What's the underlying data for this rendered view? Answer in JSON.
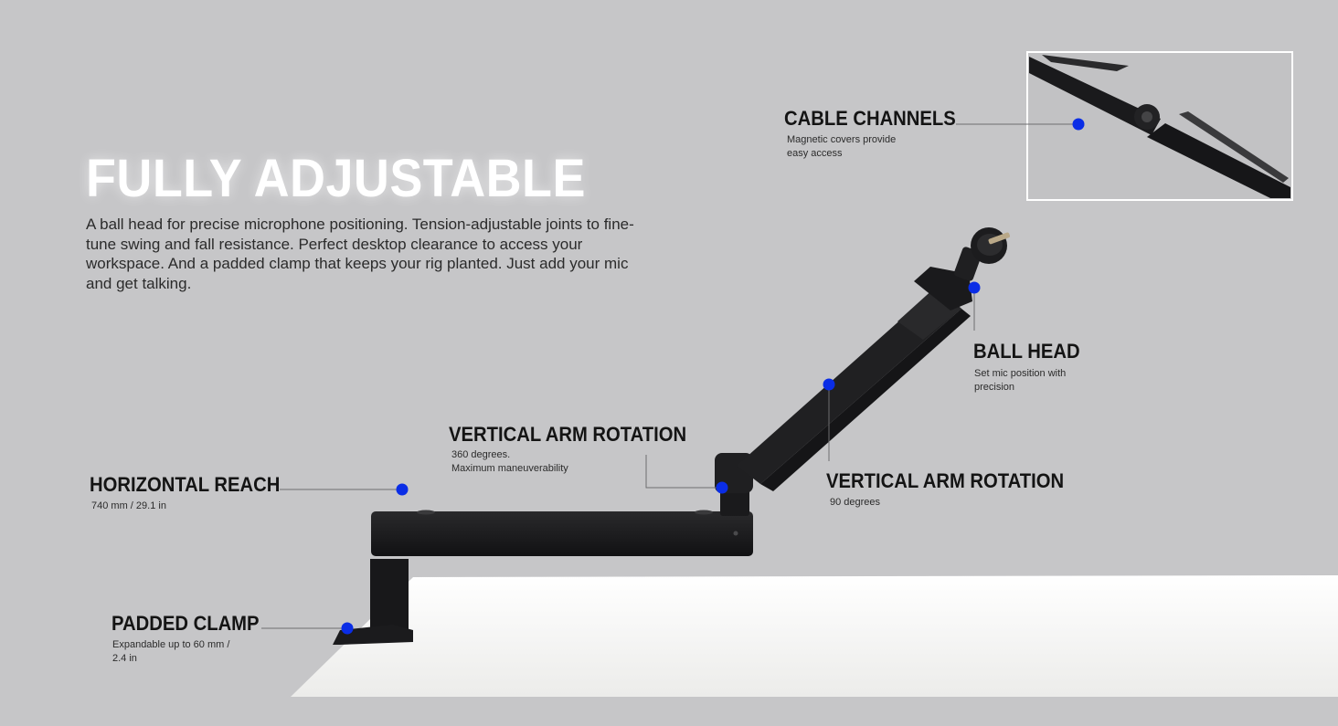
{
  "headline": "FULLY ADJUSTABLE",
  "intro": "A ball head for precise microphone positioning. Tension-adjustable joints to fine-tune swing and fall resistance. Perfect desktop clearance to access your workspace. And a padded clamp that keeps your rig planted. Just add your mic and get talking.",
  "colors": {
    "background": "#c6c6c8",
    "accent_dot": "#0a2de6",
    "arm": "#1c1c1e",
    "desk": "#f4f4f2",
    "headline": "#ffffff"
  },
  "callouts": {
    "cable_channels": {
      "title": "CABLE CHANNELS",
      "desc": [
        "Magnetic covers provide",
        "easy access"
      ]
    },
    "ball_head": {
      "title": "BALL HEAD",
      "desc": [
        "Set mic position with",
        "precision"
      ]
    },
    "vertical_arm_rotation_360": {
      "title": "VERTICAL ARM ROTATION",
      "desc": [
        "360 degrees.",
        "Maximum maneuverability"
      ]
    },
    "vertical_arm_rotation_90": {
      "title": "VERTICAL ARM ROTATION",
      "desc": [
        "90 degrees"
      ]
    },
    "horizontal_reach": {
      "title": "HORIZONTAL REACH",
      "desc": [
        "740 mm / 29.1 in"
      ]
    },
    "padded_clamp": {
      "title": "PADDED CLAMP",
      "desc": [
        "Expandable up to 60 mm /",
        "2.4 in"
      ]
    }
  }
}
